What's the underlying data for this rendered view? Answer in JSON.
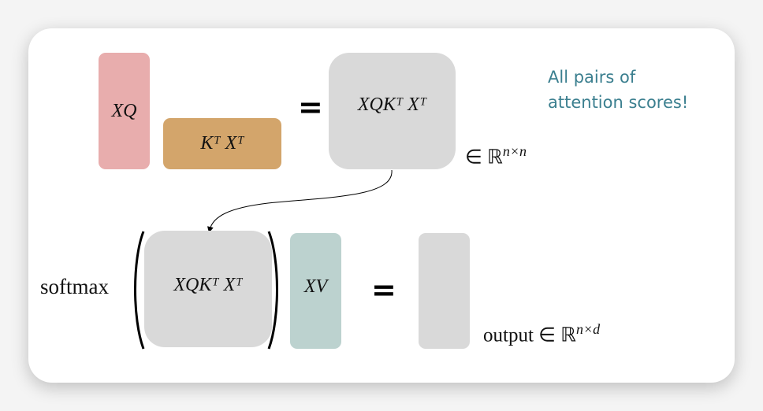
{
  "top_row": {
    "xq_label": "XQ",
    "kx_label": "Kᵀ Xᵀ",
    "equals": "=",
    "scores_label": "XQKᵀ Xᵀ",
    "scores_dim_prefix": "∈ ℝ",
    "scores_dim_sup": "n×n"
  },
  "note": {
    "line1": "All pairs of",
    "line2": "attention scores!"
  },
  "bottom_row": {
    "softmax_label": "softmax",
    "scores_label": "XQKᵀ Xᵀ",
    "xv_label": "XV",
    "equals": "=",
    "output_prefix": "output ∈ ℝ",
    "output_sup": "n×d"
  },
  "colors": {
    "xq": "#e8adad",
    "kx": "#d3a56b",
    "scores": "#d9d9d9",
    "xv": "#bcd2cf",
    "note": "#3b7f8f"
  }
}
